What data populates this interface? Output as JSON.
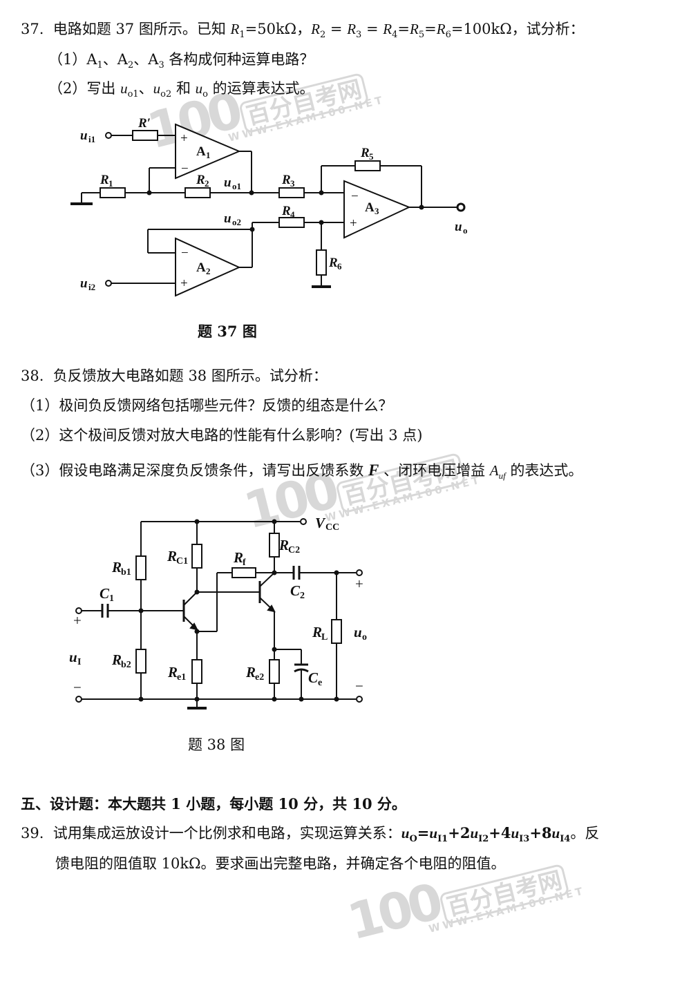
{
  "q37": {
    "num": "37.",
    "stem": "电路如题 37 图所示。已知",
    "r1": "R",
    "sub1": "1",
    "eq1": "=50kΩ，",
    "rs": [
      "R",
      "R",
      "R",
      "R",
      "R"
    ],
    "subs": [
      "2",
      "3",
      "4",
      "5",
      "6"
    ],
    "eq_sep": "=",
    "eq2": "=100kΩ，试分析：",
    "p1": "（1）A",
    "p1b": "、A",
    "p1c": "、A",
    "p1subs": [
      "1",
      "2",
      "3"
    ],
    "p1end": " 各构成何种运算电路？",
    "p2": "（2）写出",
    "p2u": "u",
    "p2s1": "o1",
    "p2m1": "、",
    "p2s2": "o2",
    "p2m2": " 和 ",
    "p2s3": "o",
    "p2end": " 的运算表达式。",
    "fig": "题 37 图"
  },
  "fig37": {
    "ui1": "u",
    "ui1s": "i1",
    "ui2s": "i2",
    "rp": "R′",
    "r1": "R",
    "a": "A",
    "uo1": "o1",
    "uo2": "o2",
    "uo": "o",
    "plus": "+",
    "minus": "−",
    "n1": "1",
    "n2": "2",
    "n3": "3",
    "n4": "4",
    "n5": "5",
    "n6": "6"
  },
  "q38": {
    "num": "38.",
    "stem": "负反馈放大电路如题 38 图所示。试分析：",
    "p1": "（1）极间负反馈网络包括哪些元件？反馈的组态是什么？",
    "p2": "（2）这个极间反馈对放大电路的性能有什么影响？(写出 3 点)",
    "p3a": "（3）假设电路满足深度负反馈条件，请写出反馈系数",
    "p3f": "F",
    "p3b": "、闭环电压增益",
    "p3a2": "A",
    "p3s": "uf",
    "p3c": "的表达式。",
    "fig": "题 38 图"
  },
  "fig38": {
    "vcc": "V",
    "vccs": "CC",
    "rb1s": "b1",
    "rb2s": "b2",
    "rc1s": "C1",
    "rc2s": "C2",
    "re1s": "e1",
    "re2s": "e2",
    "rfs": "f",
    "rls": "L",
    "c": "C",
    "c1s": "1",
    "c2s": "2",
    "ces": "e",
    "ui": "u",
    "uis": "I",
    "uos": "o"
  },
  "sec5": "五、设计题：本大题共 1 小题，每小题 10 分，共 10 分。",
  "q39": {
    "num": "39.",
    "a": "试用集成运放设计一个比例求和电路，实现运算关系：",
    "formula": "u",
    "fs": [
      "O",
      "I1",
      "I2",
      "I3",
      "I4"
    ],
    "fc": [
      "=",
      "+2",
      "+4",
      "+8"
    ],
    "b": "。反",
    "line2": "馈电阻的阻值取 10kΩ。要求画出完整电路，并确定各个电阻的阻值。"
  },
  "watermark": {
    "big": "100",
    "cn": "百分自考网",
    "url": "WWW.EXAM100.NET"
  }
}
